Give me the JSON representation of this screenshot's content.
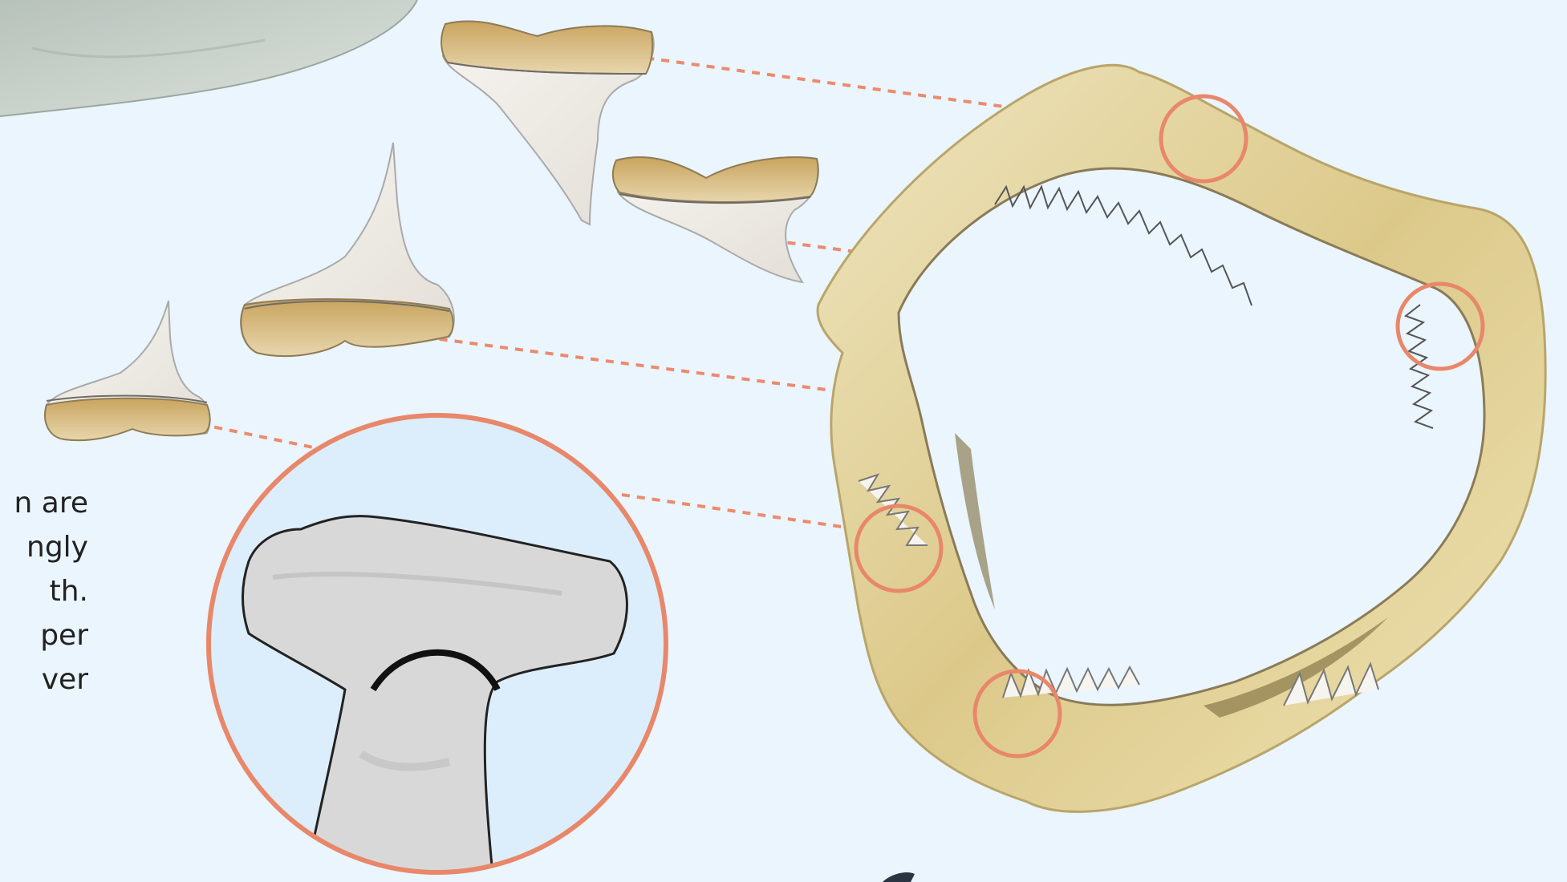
{
  "caption": {
    "lines": [
      "n are",
      "ngly",
      "th.",
      "per",
      "ver"
    ]
  },
  "colors": {
    "background": "#eaf5fd",
    "leader_line": "#ec8a6c",
    "highlight_ring": "#e8876a",
    "jaw_bone": "#e6d9a6",
    "tooth_enamel": "#f3f0ea",
    "tooth_root": "#c9a769",
    "shark_skin": "#cfd5cd",
    "detail_circle_fill": "#dceefb"
  },
  "icons": [
    "shark-fin-illustration",
    "upper-tooth-large",
    "upper-tooth-medium",
    "lower-tooth-large",
    "lower-tooth-small",
    "hammerhead-head-illustration",
    "shark-jaw-illustration"
  ]
}
